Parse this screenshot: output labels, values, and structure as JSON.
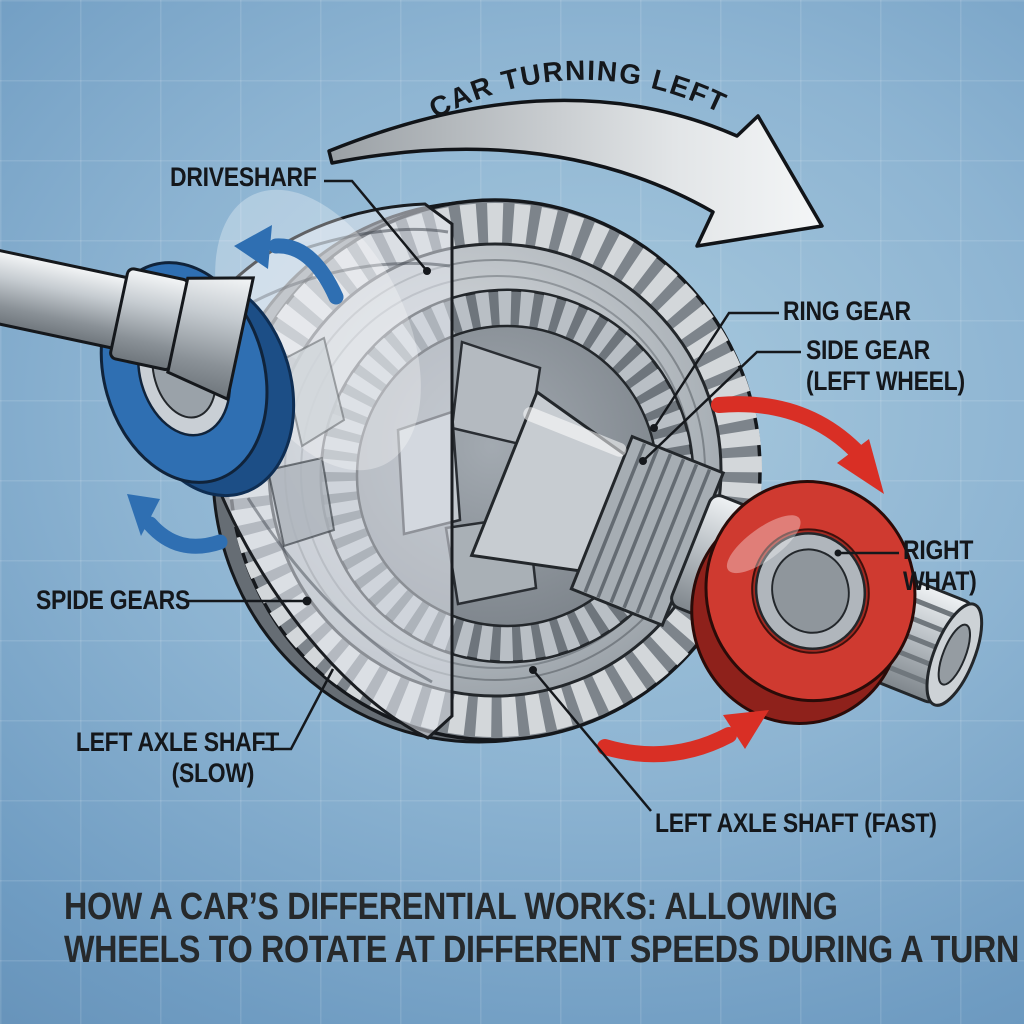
{
  "diagram": {
    "rotation_direction_label": "CAR TURNING LEFT",
    "labels": {
      "driveshaft": "DRIVESHARF",
      "ring_gear": "RING GEAR",
      "side_gear": {
        "line1": "SIDE GEAR",
        "line2": "(LEFT WHEEL)"
      },
      "right_wheel": {
        "line1": "RIGHT",
        "line2": "WHAT)"
      },
      "spider_gears": "SPIDE GEARS",
      "left_axle_slow": {
        "line1": "LEFT AXLE SHAFT",
        "line2": "(SLOW)"
      },
      "left_axle_fast": "LEFT AXLE SHAFT (FAST)"
    },
    "caption": {
      "line1": "HOW A CAR’S DIFFERENTIAL WORKS: ALLOWING",
      "line2": "WHEELS TO ROTATE AT DIFFERENT SPEEDS DURING A TURN"
    },
    "colors": {
      "background_dark_blue": "#5a85ad",
      "background_light_blue": "#a9cade",
      "label_text": "#14171b",
      "caption_text": "#26292b",
      "left_bearing_blue": "#2f6fb2",
      "right_bearing_red": "#cf3a30",
      "rotation_arrow_blue": "#2f6fb2",
      "rotation_arrow_red": "#d92f25",
      "turning_arrow_silver": "#eef1f2",
      "metal_light": "#d6dade",
      "metal_dark": "#8f969d"
    }
  }
}
